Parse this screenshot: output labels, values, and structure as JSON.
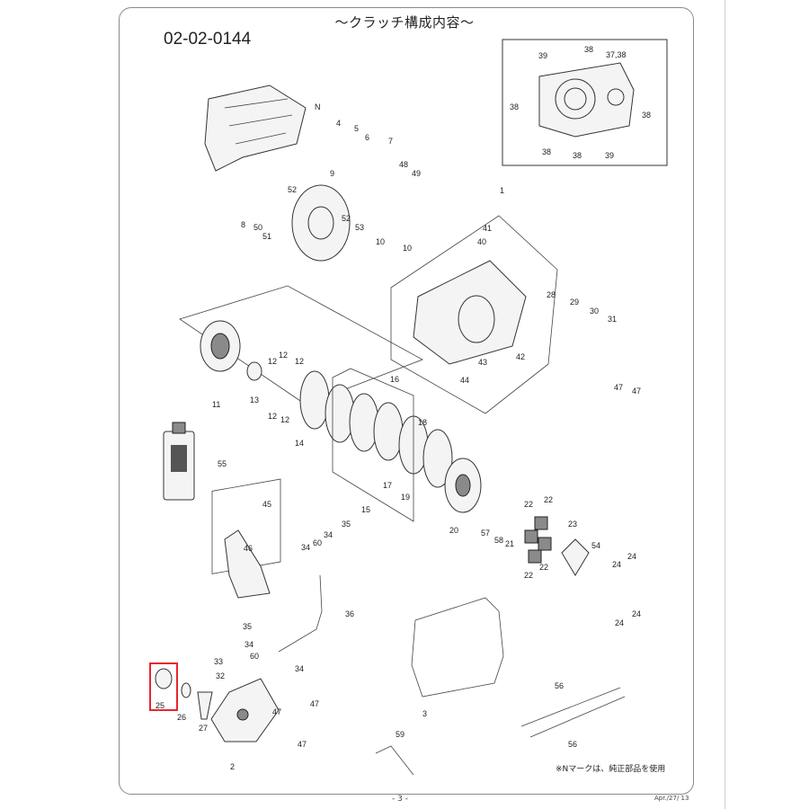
{
  "header": {
    "title": "～クラッチ構成内容～",
    "code": "02-02-0144"
  },
  "footer": {
    "page": "- 3 -",
    "date": "Apr./27/ 13"
  },
  "note": "※Nマークは、純正部品を使用",
  "highlight": {
    "part": "25"
  },
  "labels": {
    "N": "N",
    "p1": "1",
    "p2": "2",
    "p3": "3",
    "p4": "4",
    "p5": "5",
    "p6": "6",
    "p7": "7",
    "p8": "8",
    "p9": "9",
    "p10a": "10",
    "p10b": "10",
    "p11": "11",
    "p12a": "12",
    "p12b": "12",
    "p12c": "12",
    "p12d": "12",
    "p12e": "12",
    "p13": "13",
    "p14": "14",
    "p15": "15",
    "p16": "16",
    "p17": "17",
    "p18": "18",
    "p19": "19",
    "p20": "20",
    "p21": "21",
    "p22a": "22",
    "p22b": "22",
    "p22c": "22",
    "p22d": "22",
    "p23": "23",
    "p24a": "24",
    "p24b": "24",
    "p24c": "24",
    "p24d": "24",
    "p25": "25",
    "p26": "26",
    "p27": "27",
    "p28": "28",
    "p29": "29",
    "p30": "30",
    "p31": "31",
    "p32": "32",
    "p33": "33",
    "p34a": "34",
    "p34b": "34",
    "p34c": "34",
    "p35a": "35",
    "p35b": "35",
    "p36": "36",
    "p37_38": "37,38",
    "p38a": "38",
    "p38b": "38",
    "p38c": "38",
    "p38d": "38",
    "p38e": "38",
    "p39a": "39",
    "p39b": "39",
    "p40": "40",
    "p41": "41",
    "p42": "42",
    "p43": "43",
    "p44": "44",
    "p45": "45",
    "p46": "46",
    "p47a": "47",
    "p47b": "47",
    "p47c": "47",
    "p47d": "47",
    "p47e": "47",
    "p48": "48",
    "p49": "49",
    "p50": "50",
    "p51": "51",
    "p52a": "52",
    "p52b": "52",
    "p53": "53",
    "p54": "54",
    "p55": "55",
    "p56a": "56",
    "p56b": "56",
    "p57": "57",
    "p58": "58",
    "p59": "59",
    "p60a": "60",
    "p60b": "60"
  }
}
